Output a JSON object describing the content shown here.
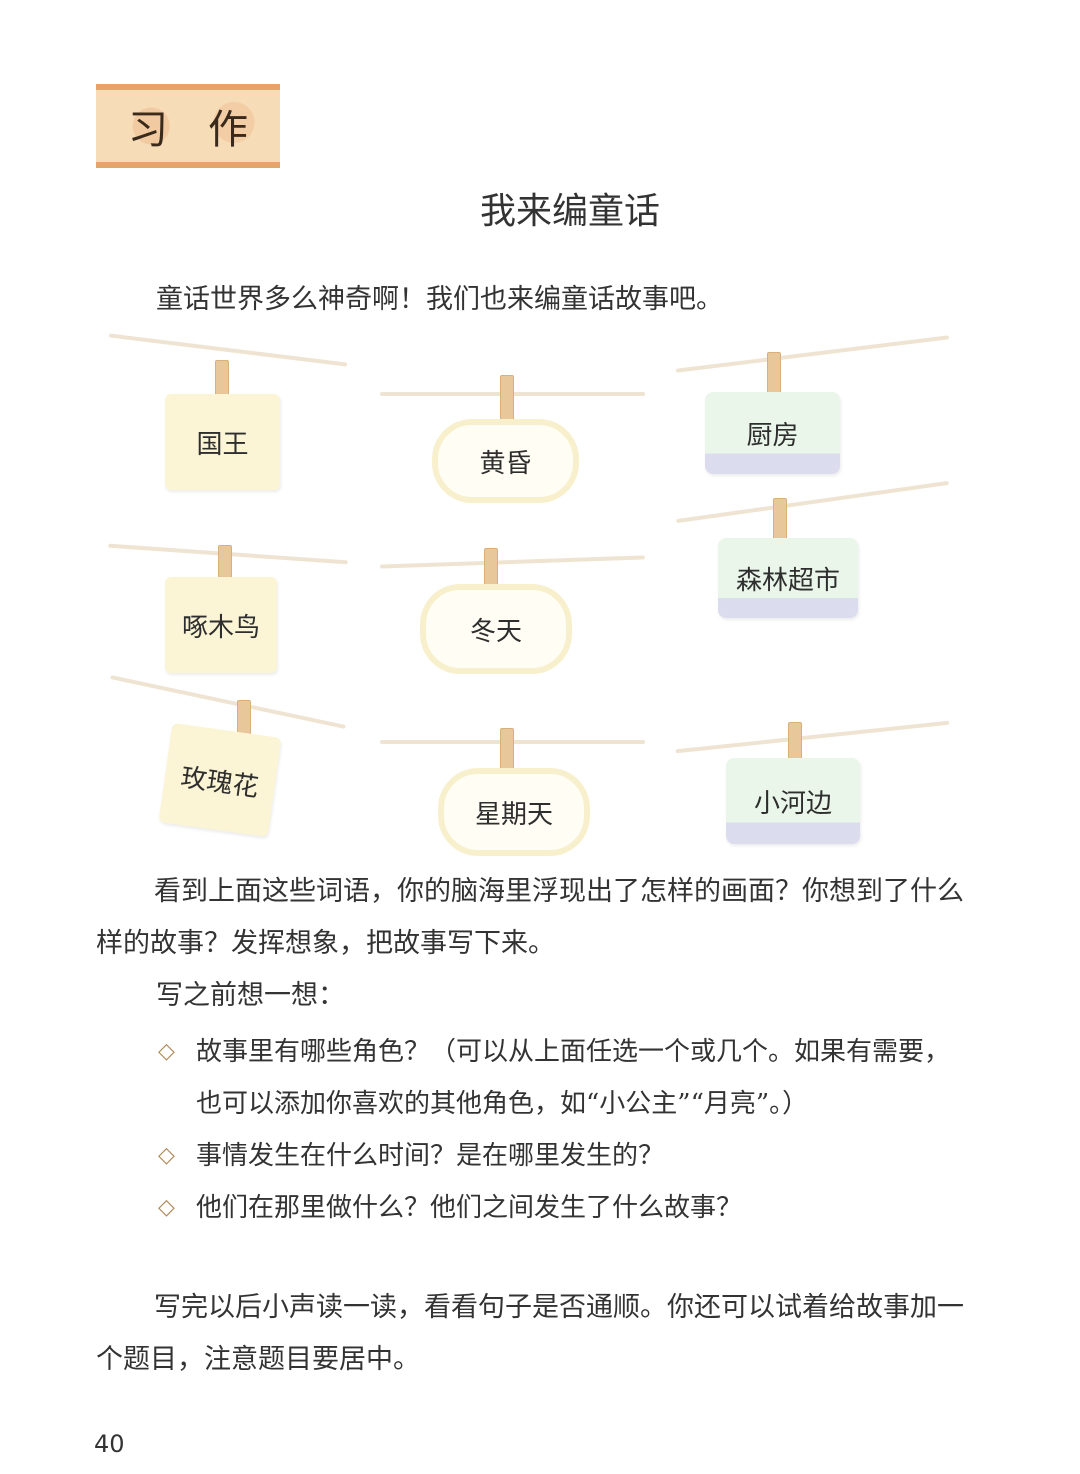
{
  "section_label": {
    "chars": [
      "习",
      "作"
    ]
  },
  "title": "我来编童话",
  "intro": "童话世界多么神奇啊！我们也来编童话故事吧。",
  "word_cards": [
    {
      "text": "国王",
      "style": "yellow-rect"
    },
    {
      "text": "黄昏",
      "style": "cloud"
    },
    {
      "text": "厨房",
      "style": "green-rect"
    },
    {
      "text": "啄木鸟",
      "style": "yellow-rect"
    },
    {
      "text": "冬天",
      "style": "cloud"
    },
    {
      "text": "森林超市",
      "style": "green-rect"
    },
    {
      "text": "玫瑰花",
      "style": "yellow-rect"
    },
    {
      "text": "星期天",
      "style": "cloud"
    },
    {
      "text": "小河边",
      "style": "green-rect"
    }
  ],
  "body_paragraph": "看到上面这些词语，你的脑海里浮现出了怎样的画面？你想到了什么样的故事？发挥想象，把故事写下来。",
  "think_prompt": "写之前想一想：",
  "bullets": [
    "故事里有哪些角色？（可以从上面任选一个或几个。如果有需要，也可以添加你喜欢的其他角色，如“小公主”“月亮”。）",
    "事情发生在什么时间？是在哪里发生的？",
    "他们在那里做什么？他们之间发生了什么故事？"
  ],
  "bullet_icon": "◇",
  "closing": "写完以后小声读一读，看看句子是否通顺。你还可以试着给故事加一个题目，注意题目要居中。",
  "page_number": "40",
  "colors": {
    "label_bg": "#f7dcb8",
    "label_border": "#e9a26a",
    "card_yellow": "#fbf5d6",
    "card_green": "#eaf6ea",
    "clothesline": "#efe4d2"
  }
}
